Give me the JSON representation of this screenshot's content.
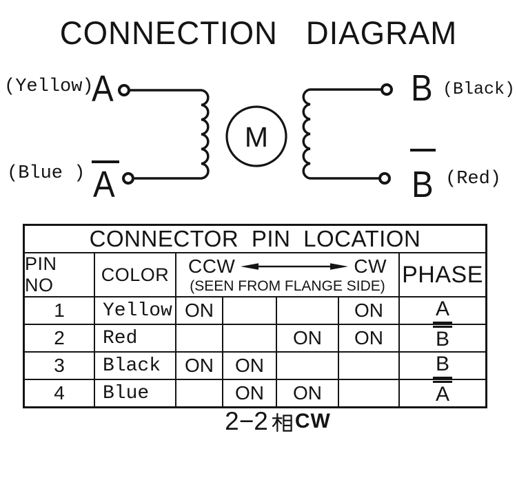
{
  "title": "CONNECTION DIAGRAM",
  "colors": {
    "ink": "#141414",
    "background": "#ffffff"
  },
  "diagram": {
    "motor_label": "M",
    "terminals": {
      "a": {
        "phase": "A",
        "overline": false,
        "wire_color": "(Yellow)"
      },
      "a_bar": {
        "phase": "A",
        "overline": true,
        "wire_color": "(Blue )"
      },
      "b": {
        "phase": "B",
        "overline": false,
        "wire_color": "(Black)"
      },
      "b_bar": {
        "phase": "B",
        "overline": true,
        "wire_color": "(Red)"
      }
    }
  },
  "table": {
    "title": "CONNECTOR PIN LOCATION",
    "headers": {
      "pin_no": "PIN NO",
      "color": "COLOR",
      "ccw": "CCW",
      "cw": "CW",
      "seen_from": "(SEEN FROM FLANGE SIDE)",
      "phase": "PHASE"
    },
    "on_label": "ON",
    "rows": [
      {
        "pin": "1",
        "color": "Yellow",
        "on": [
          true,
          false,
          false,
          true
        ],
        "phase": "A",
        "phase_line": "under"
      },
      {
        "pin": "2",
        "color": "Red",
        "on": [
          false,
          false,
          true,
          true
        ],
        "phase": "B",
        "phase_line": "over"
      },
      {
        "pin": "3",
        "color": "Black",
        "on": [
          true,
          true,
          false,
          false
        ],
        "phase": "B",
        "phase_line": "under"
      },
      {
        "pin": "4",
        "color": "Blue",
        "on": [
          false,
          true,
          true,
          false
        ],
        "phase": "A",
        "phase_line": "over"
      }
    ]
  },
  "caption": {
    "text": "2−2相CW",
    "prefix": "2−2",
    "cjk": "相",
    "suffix": "CW"
  }
}
